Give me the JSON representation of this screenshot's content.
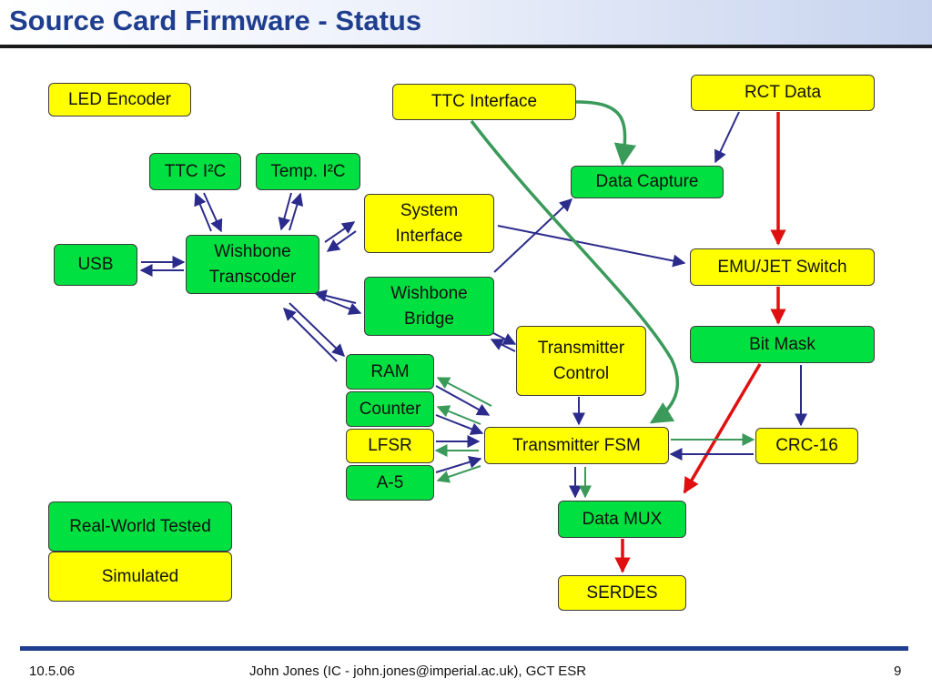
{
  "title": "Source Card Firmware - Status",
  "colors": {
    "tested": "#00e040",
    "simulated": "#ffff00",
    "bus_arrow": "#2b2b8c",
    "signal_arrow": "#3a9a5a",
    "data_path": "#e01010",
    "title_text": "#1f3e8f"
  },
  "boxes": {
    "led_encoder": "LED Encoder",
    "ttc_i2c": "TTC I²C",
    "temp_i2c": "Temp. I²C",
    "usb": "USB",
    "wishbone_transcoder_1": "Wishbone",
    "wishbone_transcoder_2": "Transcoder",
    "system_interface_1": "System",
    "system_interface_2": "Interface",
    "wishbone_bridge_1": "Wishbone",
    "wishbone_bridge_2": "Bridge",
    "ttc_interface": "TTC Interface",
    "data_capture": "Data Capture",
    "rct_data": "RCT Data",
    "emu_jet_switch": "EMU/JET Switch",
    "bit_mask": "Bit Mask",
    "transmitter_control_1": "Transmitter",
    "transmitter_control_2": "Control",
    "ram": "RAM",
    "counter": "Counter",
    "lfsr": "LFSR",
    "a5": "A-5",
    "transmitter_fsm": "Transmitter FSM",
    "crc16": "CRC-16",
    "data_mux": "Data MUX",
    "serdes": "SERDES"
  },
  "legend": {
    "tested": "Real-World Tested",
    "simulated": "Simulated"
  },
  "footer": {
    "date": "10.5.06",
    "author": "John Jones (IC - john.jones@imperial.ac.uk), GCT ESR",
    "page": "9"
  }
}
